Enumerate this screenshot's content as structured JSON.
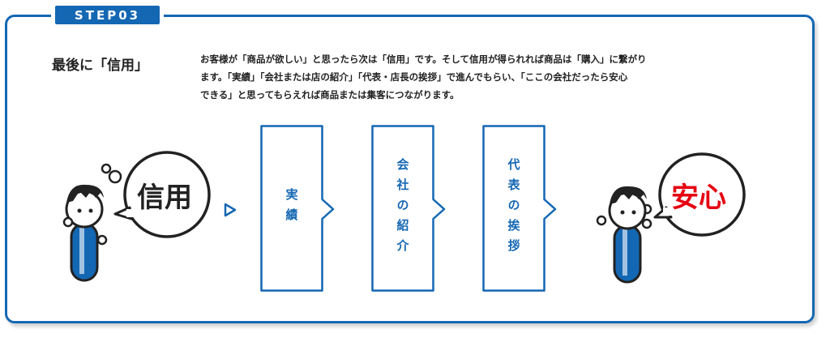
{
  "step": {
    "label": "STEP03"
  },
  "heading": "最後に「信用」",
  "body": {
    "lines": [
      "お客様が「商品が欲しい」と思ったら次は「信用」です。そして信用が得られれば商品は「購入」に繋がり",
      "ます。「実績」「会社または店の紹介」「代表・店長の挨拶」で進んでもらい、「ここの会社だったら安心",
      "できる」と思ってもらえれば商品または集客につながります。"
    ]
  },
  "left_figure": {
    "bubble": "信用",
    "icon": "thinking-person-icon"
  },
  "right_figure": {
    "bubble": "安心",
    "icon": "thinking-person-icon"
  },
  "steps": [
    {
      "label": "実績"
    },
    {
      "label": "会社の紹介"
    },
    {
      "label": "代表の挨拶"
    }
  ],
  "colors": {
    "brand_blue": "#1467b3",
    "accent_red": "#e60012",
    "dark": "#222222"
  }
}
